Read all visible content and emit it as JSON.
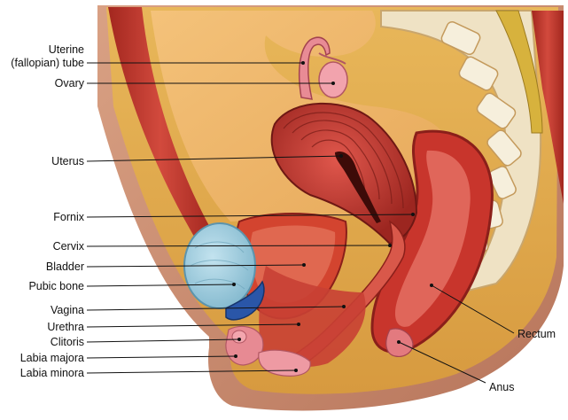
{
  "labels": {
    "uterine_tube_line1": "Uterine",
    "uterine_tube_line2": "(fallopian) tube",
    "ovary": "Ovary",
    "uterus": "Uterus",
    "fornix": "Fornix",
    "cervix": "Cervix",
    "bladder": "Bladder",
    "pubic_bone": "Pubic bone",
    "vagina": "Vagina",
    "urethra": "Urethra",
    "clitoris": "Clitoris",
    "labia_majora": "Labia majora",
    "labia_minora": "Labia minora",
    "rectum": "Rectum",
    "anus": "Anus"
  },
  "colors": {
    "background": "#ffffff",
    "skin": "#c8886c",
    "fat": "#e3a94a",
    "muscle": "#b9302a",
    "bone": "#efe6cf",
    "bladder": "#a9d3e3",
    "uterus": "#c23a32",
    "cavity": "#f0b45c"
  }
}
